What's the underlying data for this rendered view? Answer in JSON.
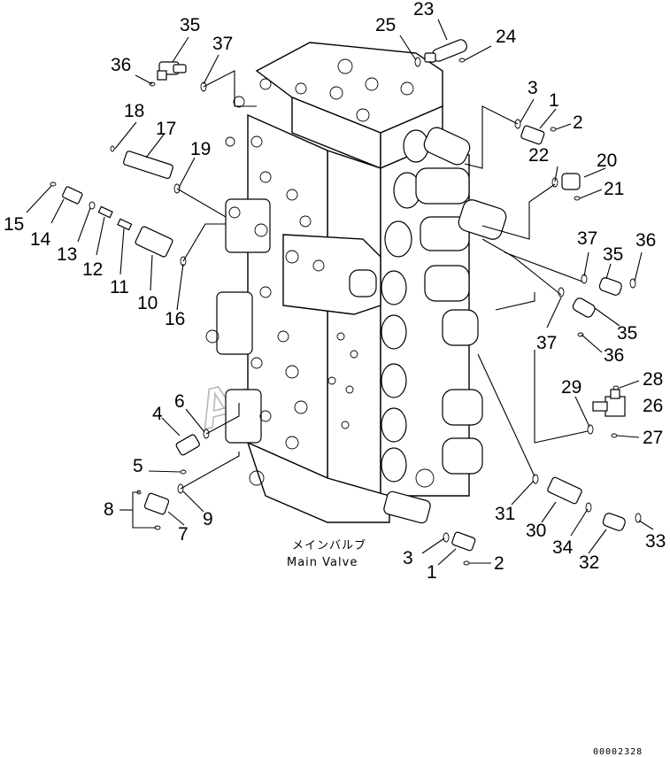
{
  "caption": {
    "japanese": "メインバルブ",
    "english": "Main Valve"
  },
  "watermark": "AutoSoft",
  "document_number": "00002328",
  "callouts": [
    "35",
    "36",
    "37",
    "25",
    "23",
    "24",
    "3",
    "1",
    "2",
    "18",
    "17",
    "19",
    "22",
    "20",
    "21",
    "15",
    "14",
    "13",
    "12",
    "11",
    "10",
    "16",
    "37",
    "35",
    "36",
    "35",
    "37",
    "36",
    "4",
    "6",
    "29",
    "28",
    "26",
    "27",
    "5",
    "8",
    "9",
    "7",
    "31",
    "30",
    "34",
    "33",
    "32",
    "3",
    "1",
    "2"
  ]
}
